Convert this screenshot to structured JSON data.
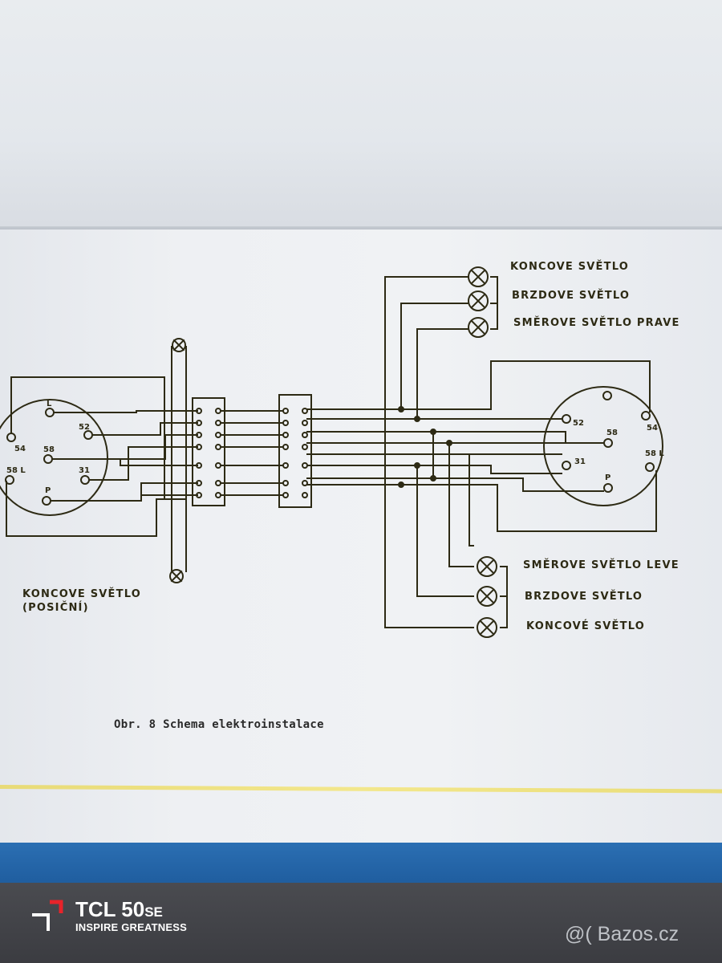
{
  "diagram": {
    "right_lamps_top": [
      {
        "label": "KONCOVE SVĚTLO"
      },
      {
        "label": "BRZDOVE SVĚTLO"
      },
      {
        "label": "SMĚROVE SVĚTLO PRAVE"
      }
    ],
    "right_lamps_bottom": [
      {
        "label": "SMĚROVE SVĚTLO LEVE"
      },
      {
        "label": "BRZDOVE SVĚTLO"
      },
      {
        "label": "KONCOVÉ SVĚTLO"
      }
    ],
    "left_socket_pins": [
      "L",
      "52",
      "54",
      "58",
      "58 L",
      "31",
      "P"
    ],
    "right_socket_pins": [
      "52",
      "54",
      "58",
      "31",
      "58 L",
      "P"
    ],
    "left_label_line1": "KONCOVE SVĚTLO",
    "left_label_line2": "(POSIČNÍ)",
    "caption": "Obr. 8 Schema elektroinstalace"
  },
  "brand": {
    "name": "TCL 50",
    "name_suffix": "SE",
    "tagline": "INSPIRE GREATNESS"
  },
  "watermark": "@( Bazos.cz",
  "colors": {
    "ink": "#2d2a14",
    "paper": "#eef0f3",
    "blue_strip": "#1d5a9b",
    "brand_red": "#e8232a"
  }
}
